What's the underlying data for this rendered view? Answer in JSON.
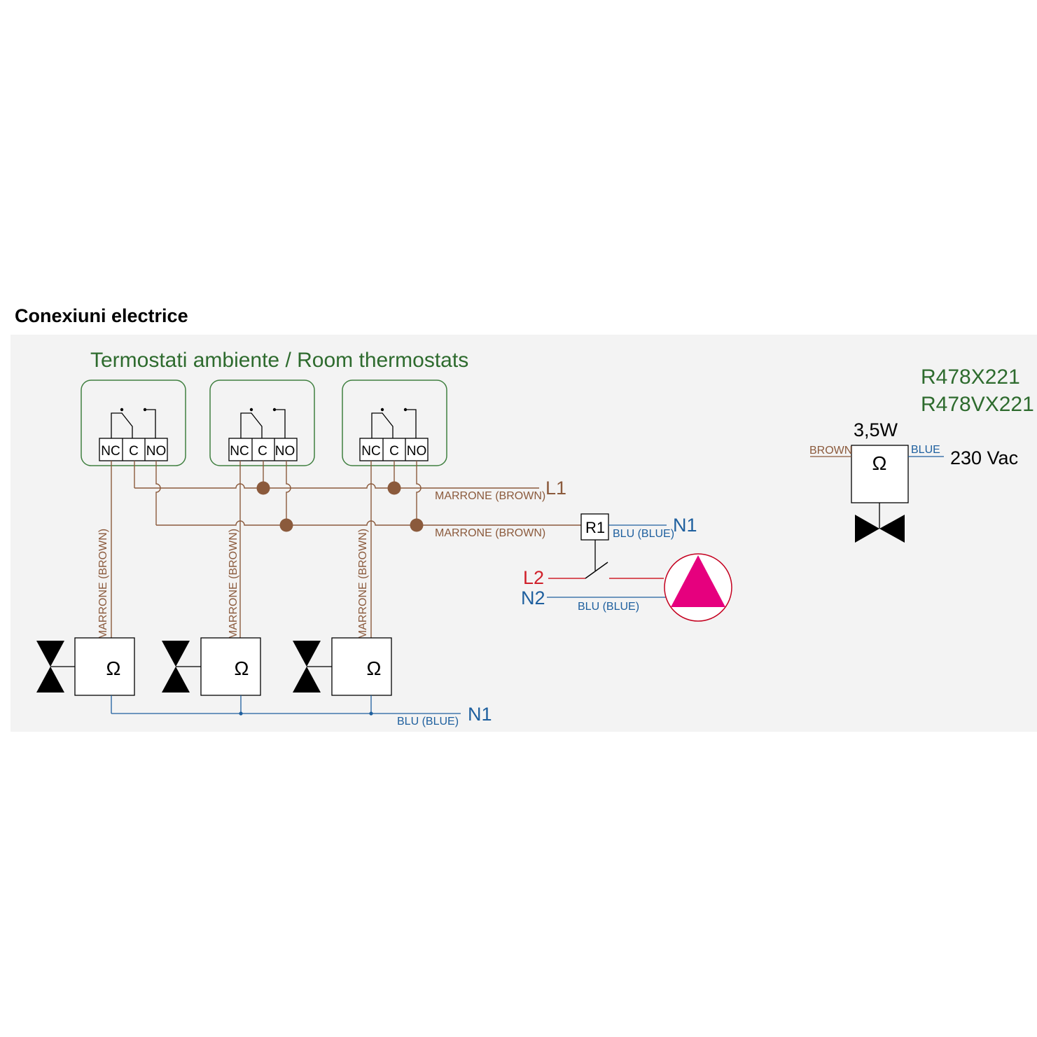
{
  "page": {
    "heading": "Conexiuni electrice"
  },
  "diagram": {
    "title": "Termostati ambiente / Room thermostats",
    "terminals": {
      "nc": "NC",
      "c": "C",
      "no": "NO"
    },
    "wires": {
      "marrone_brown": "MARRONE (BROWN)",
      "blu_blue": "BLU (BLUE)",
      "brown": "BROWN",
      "blue": "BLUE"
    },
    "lines": {
      "l1": "L1",
      "l2": "L2",
      "n1": "N1",
      "n2": "N2"
    },
    "relay": "R1",
    "actuator_symbol": "Ω",
    "models": [
      "R478X221",
      "R478VX221"
    ],
    "power": "3,5W",
    "voltage": "230 Vac",
    "colors": {
      "brown": "#8b5a3c",
      "blue": "#1e5f9e",
      "green": "#2e6b2e",
      "red": "#d0202a",
      "pump": "#e6007e",
      "node": "#8b5a3c"
    }
  }
}
